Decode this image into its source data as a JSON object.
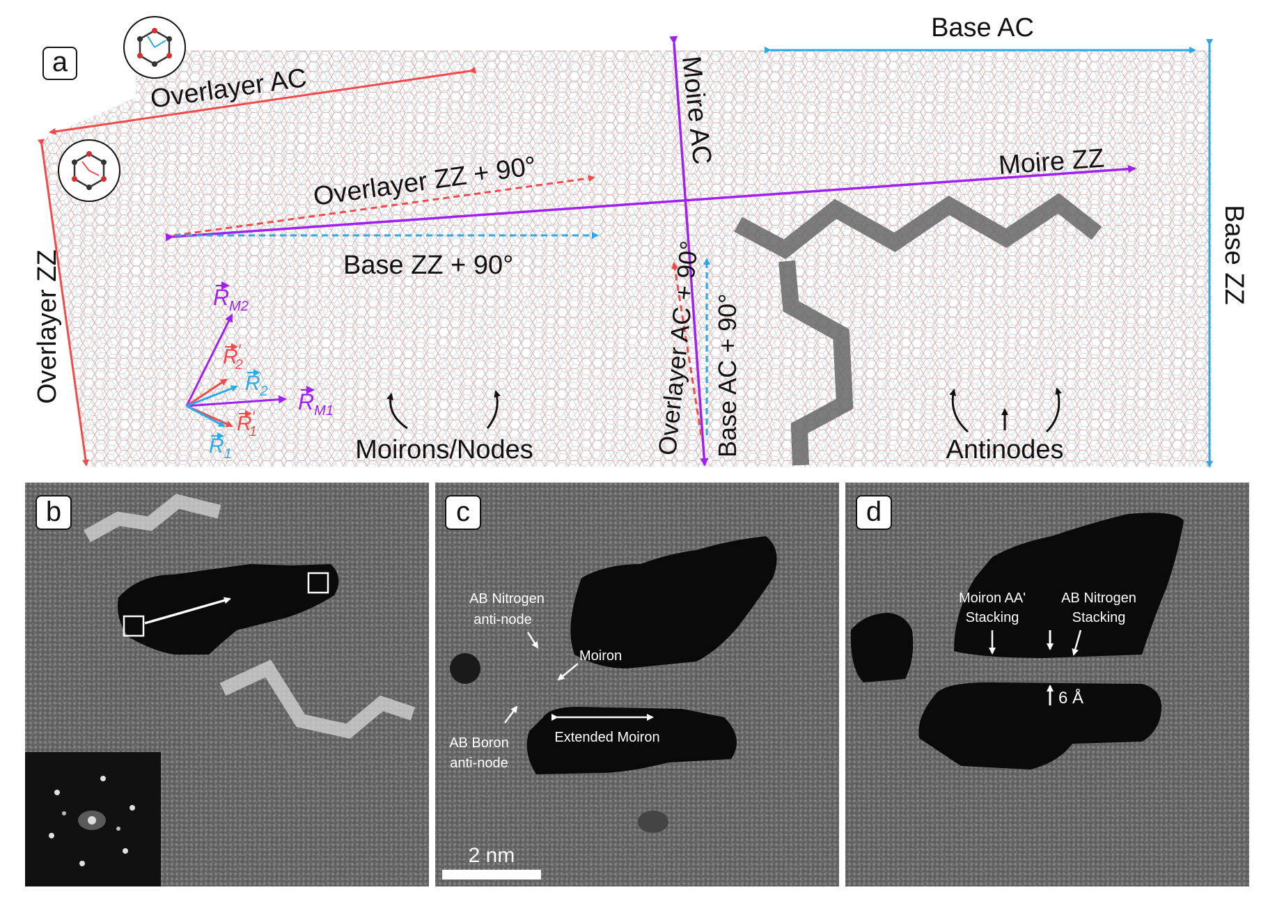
{
  "panel_a": {
    "letter": "a",
    "overlayer_ac": "Overlayer AC",
    "overlayer_zz": "Overlayer ZZ",
    "overlayer_zz90": "Overlayer ZZ + 90°",
    "base_ac": "Base AC",
    "base_zz": "Base ZZ",
    "base_zz90": "Base ZZ + 90°",
    "moire_ac": "Moire AC",
    "moire_zz": "Moire ZZ",
    "overlayer_ac90": "Overlayer AC + 90°",
    "base_ac90": "Base AC + 90°",
    "moirons_nodes": "Moirons/Nodes",
    "antinodes": "Antinodes",
    "vec_rm2": "R",
    "vec_rm2_sub": "M2",
    "vec_r2p": "R",
    "vec_r2p_sub": "2",
    "vec_r2": "R",
    "vec_r2_sub": "2",
    "vec_rm1": "R",
    "vec_rm1_sub": "M1",
    "vec_r1p": "R",
    "vec_r1p_sub": "1",
    "vec_r1": "R",
    "vec_r1_sub": "1"
  },
  "panel_b": {
    "letter": "b"
  },
  "panel_c": {
    "letter": "c",
    "ab_nitrogen": "AB Nitrogen",
    "anti_node_1": "anti-node",
    "moiron": "Moiron",
    "ab_boron": "AB Boron",
    "anti_node_2": "anti-node",
    "extended_moiron": "Extended Moiron",
    "scale_bar": "2 nm"
  },
  "panel_d": {
    "letter": "d",
    "moiron_aa": "Moiron AA'",
    "stacking_1": "Stacking",
    "ab_nitrogen": "AB Nitrogen",
    "stacking_2": "Stacking",
    "spacing": "6 Å"
  },
  "colors": {
    "overlayer": "#f04a4a",
    "base": "#2aa9e8",
    "moire": "#a020f0",
    "black": "#111111",
    "tem_bg": "#6b6b6b"
  }
}
